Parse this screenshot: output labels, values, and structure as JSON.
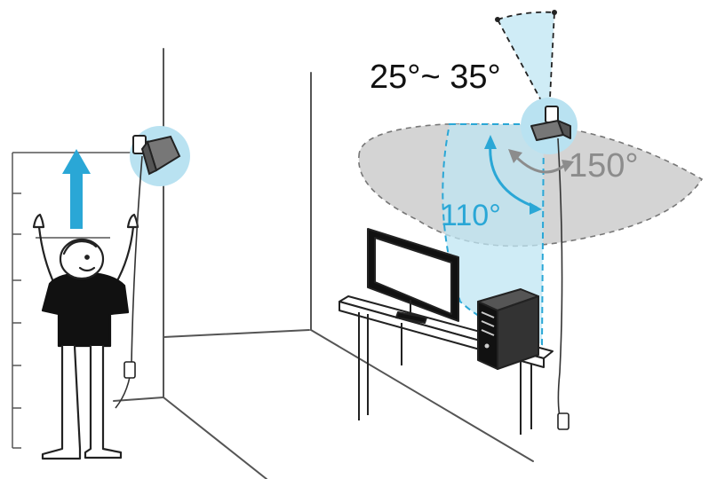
{
  "labels": {
    "tilt_angle": "25°~ 35°",
    "horizontal_fov": "150°",
    "vertical_fov": "110°"
  },
  "colors": {
    "outline": "#222222",
    "wall_line": "#555555",
    "accent_blue": "#2aa7d6",
    "fov_blue_fill": "#bfe6f3",
    "sensor_glow": "#b9e2f1",
    "horizontal_fov_fill": "#cdcdcd",
    "horizontal_label": "#8c8c8c",
    "tilt_label": "#111111",
    "shirt": "#111111"
  },
  "icons": [
    "base-station-icon",
    "power-outlet-icon",
    "person-figure-icon",
    "monitor-icon",
    "pc-tower-icon",
    "desk-icon"
  ]
}
